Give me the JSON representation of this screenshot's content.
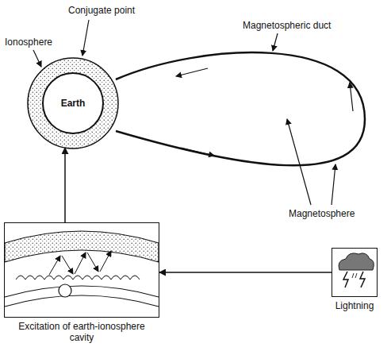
{
  "diagram": {
    "nodes": [
      {
        "text": [
          "Earth"
        ]
      },
      {
        "text": [
          "Excitation of earth-ionosphere cavity"
        ]
      },
      {
        "text": [
          "Lightning"
        ]
      }
    ],
    "edges": [
      {
        "from": 2,
        "to": 1,
        "arrow": "to"
      },
      {
        "from": 1,
        "to": 0,
        "arrow": "to"
      }
    ],
    "labels": [
      "Conjugate point",
      "Ionosphere",
      "Magnetospheric duct",
      "Magnetosphere"
    ]
  }
}
